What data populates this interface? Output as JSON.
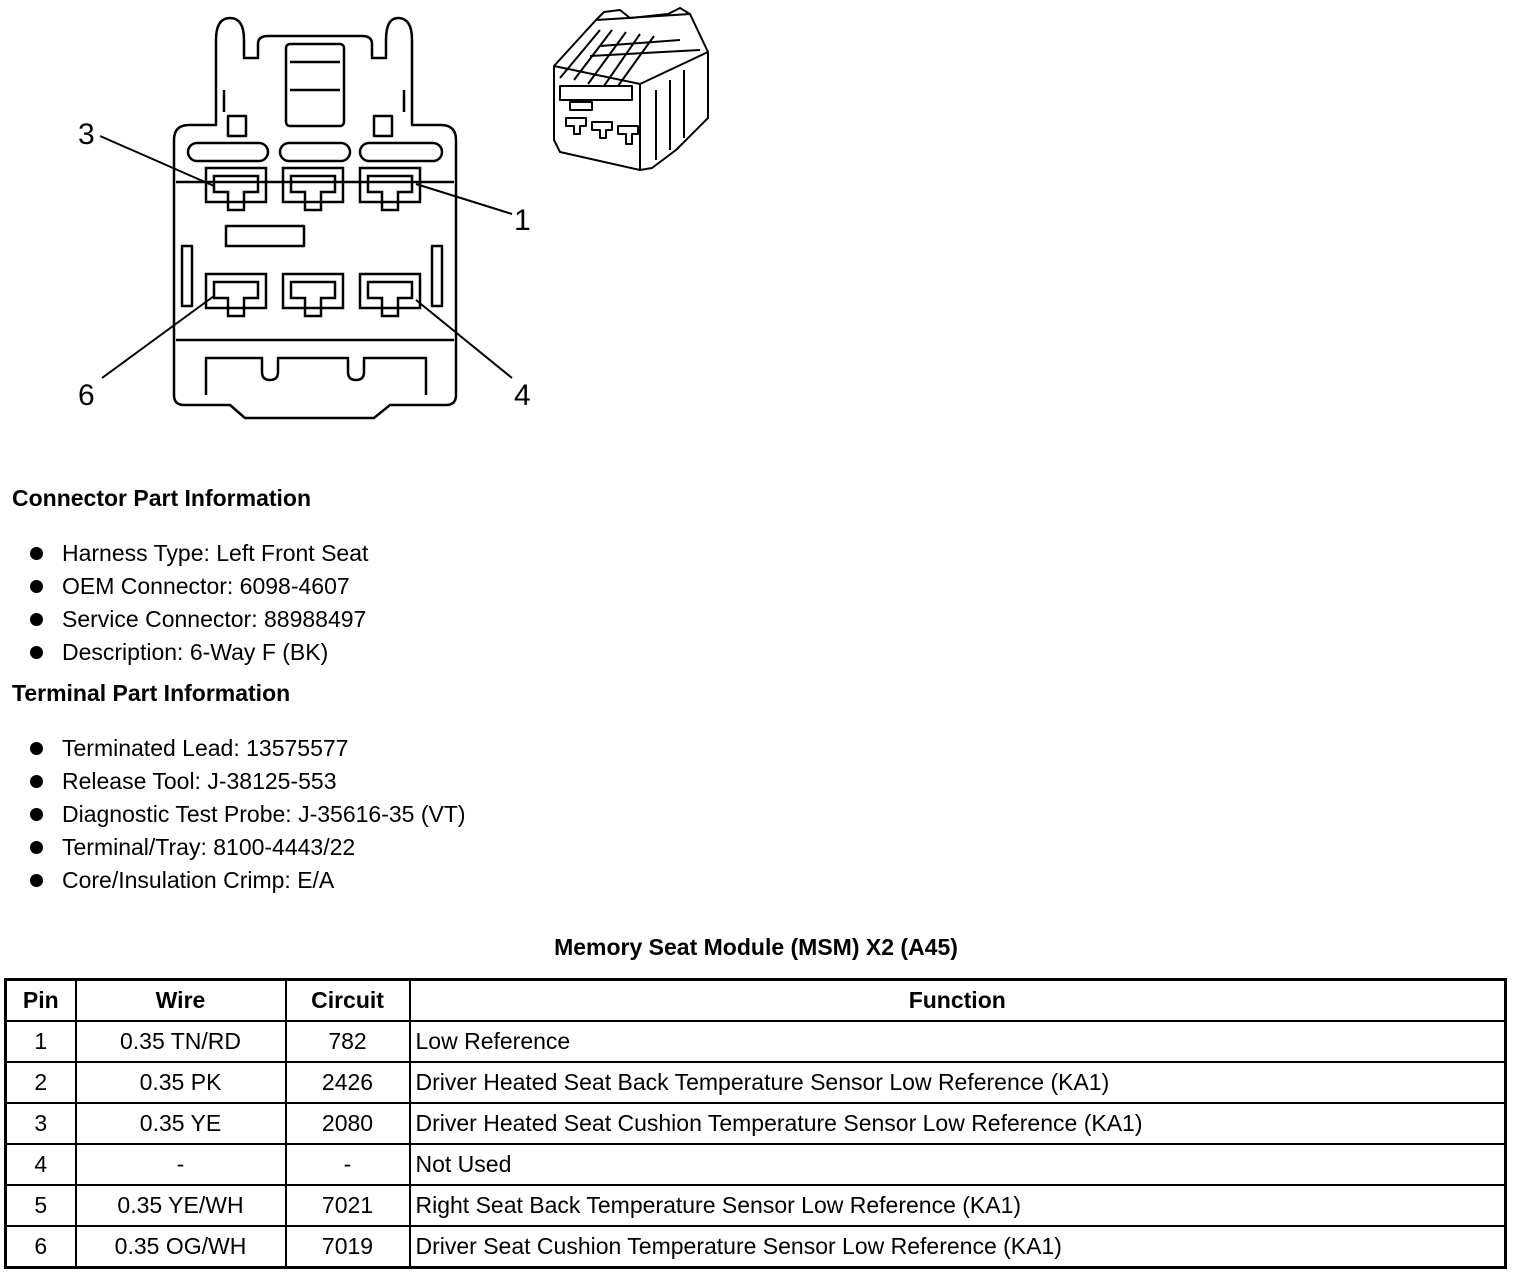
{
  "diagram": {
    "pin_labels": [
      "3",
      "1",
      "6",
      "4"
    ]
  },
  "connector_info": {
    "heading": "Connector Part Information",
    "items": [
      "Harness Type: Left Front Seat",
      "OEM Connector: 6098-4607",
      "Service Connector: 88988497",
      "Description: 6-Way F (BK)"
    ]
  },
  "terminal_info": {
    "heading": "Terminal Part Information",
    "items": [
      "Terminated Lead: 13575577",
      "Release Tool: J-38125-553",
      "Diagnostic Test Probe: J-35616-35 (VT)",
      "Terminal/Tray: 8100-4443/22",
      "Core/Insulation Crimp: E/A"
    ]
  },
  "table": {
    "title": "Memory Seat Module (MSM) X2 (A45)",
    "headers": [
      "Pin",
      "Wire",
      "Circuit",
      "Function"
    ],
    "rows": [
      [
        "1",
        "0.35 TN/RD",
        "782",
        "Low Reference"
      ],
      [
        "2",
        "0.35 PK",
        "2426",
        "Driver Heated Seat Back Temperature Sensor Low Reference (KA1)"
      ],
      [
        "3",
        "0.35 YE",
        "2080",
        "Driver Heated Seat Cushion Temperature Sensor Low Reference (KA1)"
      ],
      [
        "4",
        "-",
        "-",
        "Not Used"
      ],
      [
        "5",
        "0.35 YE/WH",
        "7021",
        "Right Seat Back Temperature Sensor Low Reference (KA1)"
      ],
      [
        "6",
        "0.35 OG/WH",
        "7019",
        "Driver Seat Cushion Temperature Sensor Low Reference (KA1)"
      ]
    ]
  }
}
